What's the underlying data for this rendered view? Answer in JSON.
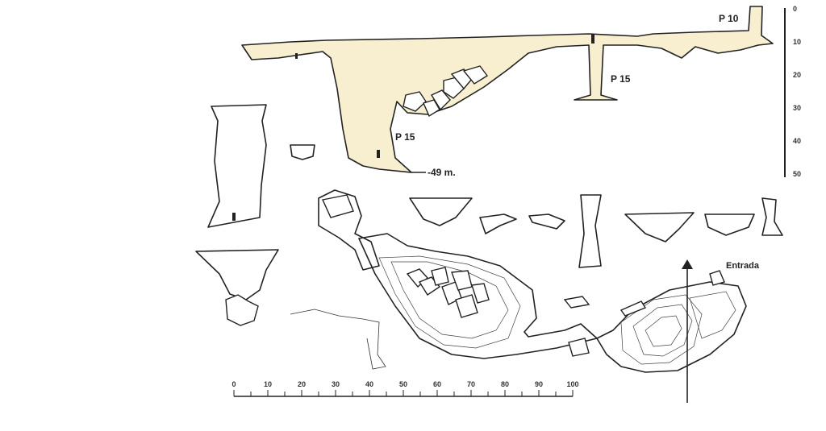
{
  "colors": {
    "cave_fill": "#f7efcf",
    "ink": "#222222"
  },
  "profile": {
    "labels": {
      "p10": "P 10",
      "p15_right": "P 15",
      "p15_left": "P 15",
      "depth": "-49 m."
    }
  },
  "plan": {
    "entrance_label": "Entrada"
  },
  "vertical_scale": {
    "ticks": [
      "0",
      "10",
      "20",
      "30",
      "40",
      "50"
    ]
  },
  "horizontal_scale": {
    "ticks": [
      "0",
      "10",
      "20",
      "30",
      "40",
      "50",
      "60",
      "70",
      "80",
      "90",
      "100"
    ]
  }
}
